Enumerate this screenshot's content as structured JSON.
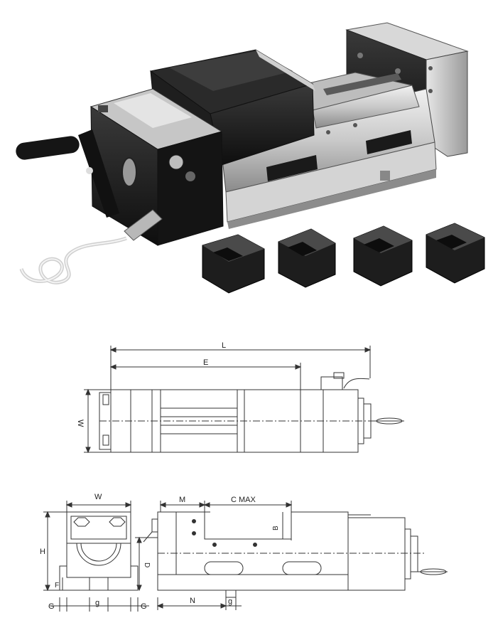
{
  "plan_view": {
    "dim_L": "L",
    "dim_E": "E",
    "dim_W": "W"
  },
  "front_view": {
    "dim_W": "W",
    "dim_H": "H",
    "dim_F": "F",
    "dim_G_left": "G",
    "dim_g_left": "g",
    "dim_G_right": "G"
  },
  "side_view": {
    "dim_M": "M",
    "dim_C_MAX": "C  MAX",
    "dim_B": "B",
    "dim_D": "D",
    "dim_N": "N",
    "dim_g": "g"
  }
}
